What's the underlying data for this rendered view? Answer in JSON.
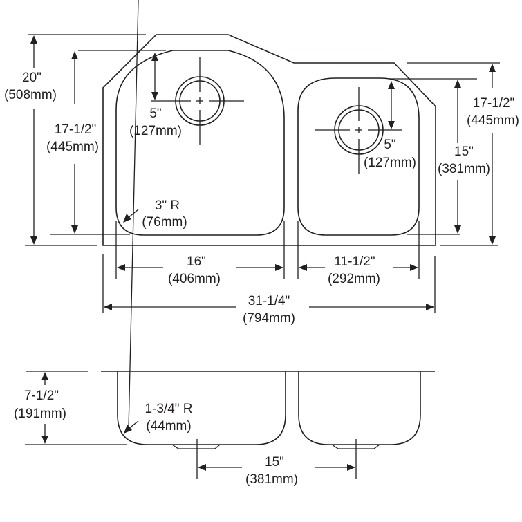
{
  "title": "Double bowl undermount sink dimension drawing",
  "colors": {
    "line": "#231f20",
    "background": "#ffffff"
  },
  "top_view": {
    "overall_depth": {
      "in": "20\"",
      "mm": "(508mm)"
    },
    "left_bowl_depth": {
      "in": "17-1/2\"",
      "mm": "(445mm)"
    },
    "left_drain_offset": {
      "in": "5\"",
      "mm": "(127mm)"
    },
    "corner_radius": {
      "in": "3\" R",
      "mm": "(76mm)"
    },
    "left_bowl_width": {
      "in": "16\"",
      "mm": "(406mm)"
    },
    "right_bowl_width": {
      "in": "11-1/2\"",
      "mm": "(292mm)"
    },
    "overall_width": {
      "in": "31-1/4\"",
      "mm": "(794mm)"
    },
    "right_drain_offset": {
      "in": "5\"",
      "mm": "(127mm)"
    },
    "right_bowl_depth": {
      "in": "15\"",
      "mm": "(381mm)"
    },
    "right_side_depth": {
      "in": "17-1/2\"",
      "mm": "(445mm)"
    }
  },
  "side_view": {
    "bowl_depth": {
      "in": "7-1/2\"",
      "mm": "(191mm)"
    },
    "bottom_radius": {
      "in": "1-3/4\" R",
      "mm": "(44mm)"
    },
    "drain_spacing": {
      "in": "15\"",
      "mm": "(381mm)"
    }
  }
}
